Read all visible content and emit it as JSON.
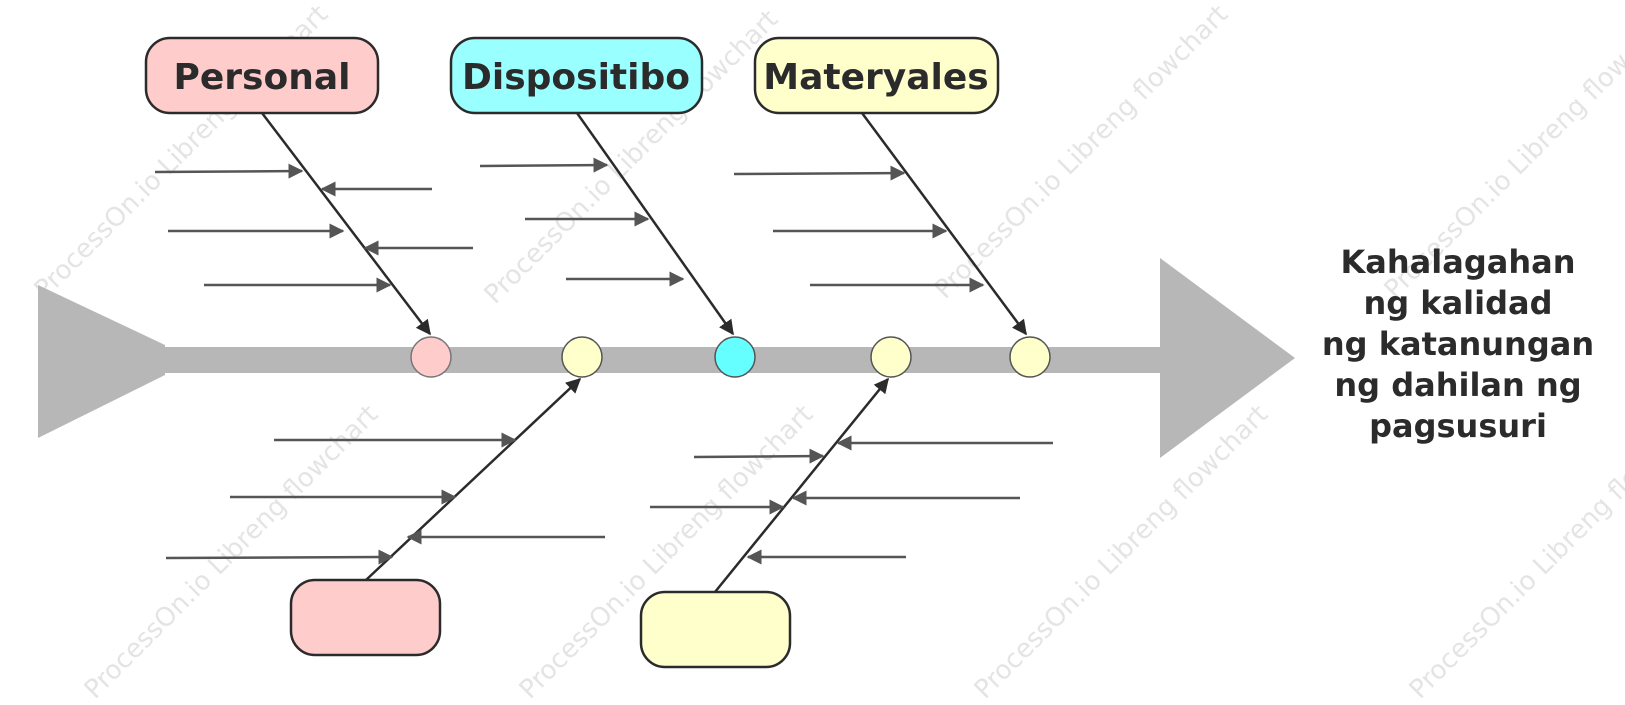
{
  "diagram": {
    "type": "fishbone",
    "effect_lines": [
      "Kahalagahan",
      "ng kalidad",
      "ng katanungan",
      "ng dahilan ng",
      "pagsusuri"
    ],
    "categories": [
      {
        "id": "personal",
        "label": "Personal",
        "fill": "#ffcccc"
      },
      {
        "id": "dispositibo",
        "label": "Dispositibo",
        "fill": "#99ffff"
      },
      {
        "id": "materyales",
        "label": "Materyales",
        "fill": "#ffffcc"
      },
      {
        "id": "bottom-1",
        "label": "",
        "fill": "#ffcccc"
      },
      {
        "id": "bottom-2",
        "label": "",
        "fill": "#ffffcc"
      }
    ],
    "watermark": "ProcessOn.io Libreng flowchart"
  },
  "colors": {
    "spine": "#b7b7b7",
    "arrow": "#555555",
    "bone": "#2b2b2b",
    "node_pink": "#ffcccc",
    "node_cream": "#ffffcc",
    "node_cyan": "#66ffff"
  }
}
